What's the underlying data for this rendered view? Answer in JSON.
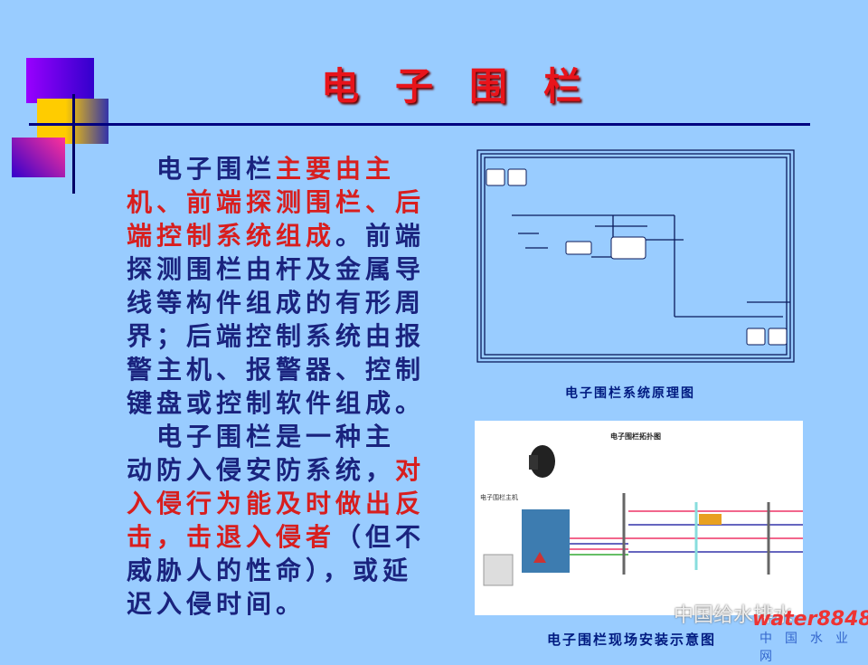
{
  "title": "电子围栏",
  "body": {
    "lines": [
      [
        {
          "text": "　电子围栏",
          "color": "blue"
        },
        {
          "text": "主要由主",
          "color": "red"
        }
      ],
      [
        {
          "text": "机、前端探测围栏、后",
          "color": "red"
        }
      ],
      [
        {
          "text": "端控制系统组成",
          "color": "red"
        },
        {
          "text": "。前端",
          "color": "blue"
        }
      ],
      [
        {
          "text": "探测围栏由杆及金属导",
          "color": "blue"
        }
      ],
      [
        {
          "text": "线等构件组成的有形周",
          "color": "blue"
        }
      ],
      [
        {
          "text": "界；后端控制系统由报",
          "color": "blue"
        }
      ],
      [
        {
          "text": "警主机、报警器、控制",
          "color": "blue"
        }
      ],
      [
        {
          "text": "键盘或控制软件组成。",
          "color": "blue"
        }
      ],
      [
        {
          "text": "　电子围栏是一种主",
          "color": "blue"
        }
      ],
      [
        {
          "text": "动防入侵安防系统，",
          "color": "blue"
        },
        {
          "text": "对",
          "color": "red"
        }
      ],
      [
        {
          "text": "入侵行为能及时做出反",
          "color": "red"
        }
      ],
      [
        {
          "text": "击，击退入侵者",
          "color": "red"
        },
        {
          "text": "（但不",
          "color": "blue"
        }
      ],
      [
        {
          "text": "威胁人的性命），或延",
          "color": "blue"
        }
      ],
      [
        {
          "text": "迟入侵时间。",
          "color": "blue"
        }
      ]
    ]
  },
  "figure1": {
    "caption": "电子围栏系统原理图"
  },
  "figure2": {
    "caption": "电子围栏现场安装示意图",
    "title": "电子围栏拓扑图",
    "host_label": "电子围栏主机"
  },
  "watermark": {
    "text": "中国给水排水",
    "brand": "water8848",
    "sub": "中国水业网"
  },
  "colors": {
    "blue": "#1a237e",
    "red": "#d81e1e",
    "background": "#99ccff"
  }
}
